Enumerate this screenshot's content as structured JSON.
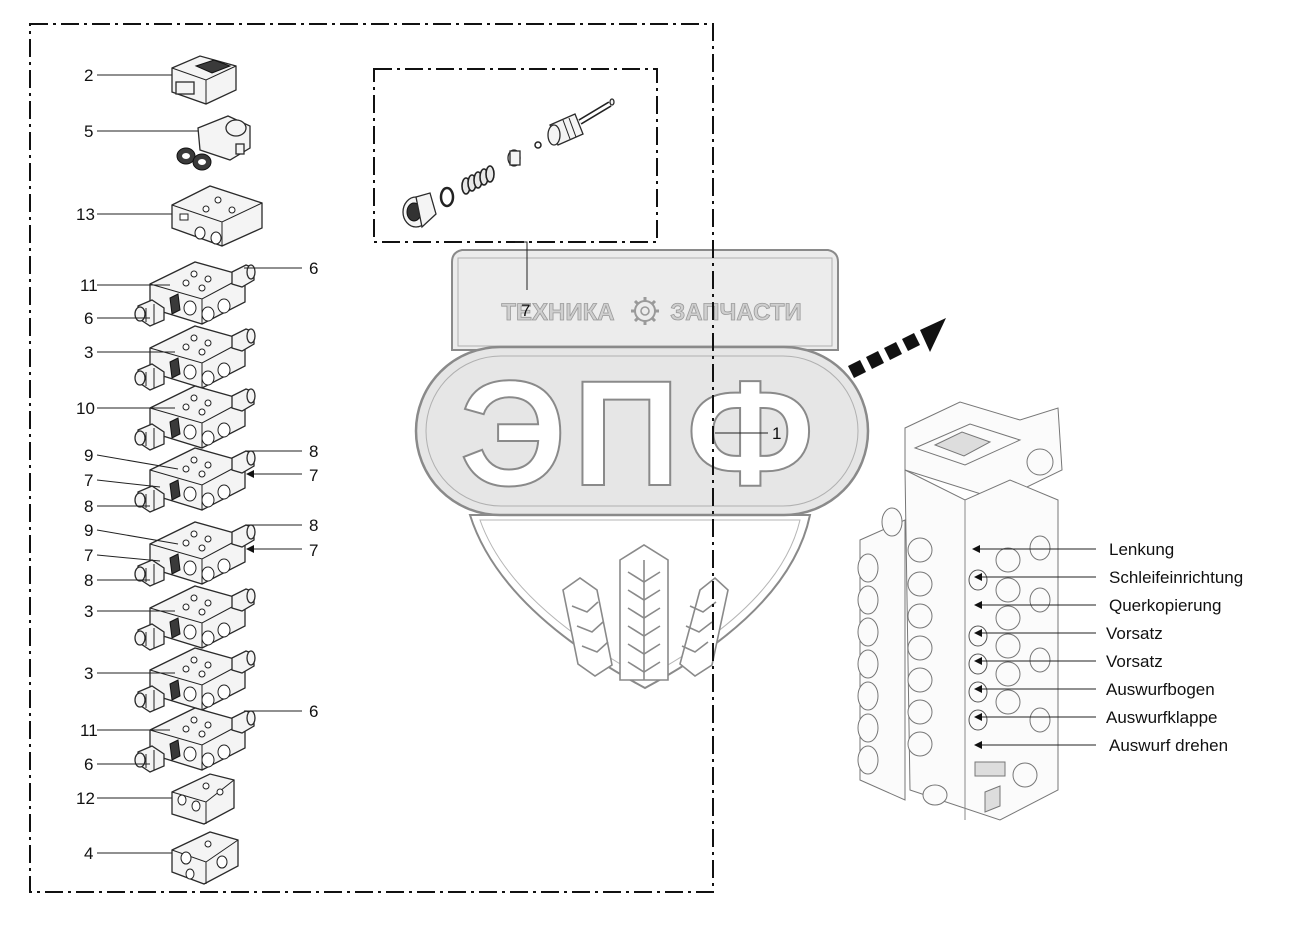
{
  "watermark": {
    "brand_left": "ТЕХНИКА",
    "brand_right": "ЗАПЧАСТИ",
    "logo_letters": "ЭПФ",
    "colors": {
      "outline": "#8a8a8a",
      "fill": "#e6e6e6"
    }
  },
  "callouts": {
    "c2": "2",
    "c5": "5",
    "c13": "13",
    "c11a": "11",
    "c6a": "6",
    "c6b": "6",
    "c3a": "3",
    "c10": "10",
    "c9a": "9",
    "c7a": "7",
    "c8a": "8",
    "c8b": "8",
    "c7b": "7",
    "c9b": "9",
    "c7c": "7",
    "c8c": "8",
    "c8d": "8",
    "c7d": "7",
    "c3b": "3",
    "c3c": "3",
    "c11b": "11",
    "c6c": "6",
    "c6d": "6",
    "c12": "12",
    "c4": "4",
    "c7kit": "7",
    "c1": "1"
  },
  "functions": {
    "f1": "Lenkung",
    "f2": "Schleifeinrichtung",
    "f3": "Querkopierung",
    "f4": "Vorsatz",
    "f5": "Vorsatz",
    "f6": "Auswurfbogen",
    "f7": "Auswurfklappe",
    "f8": "Auswurf drehen"
  },
  "colors": {
    "line": "#222222",
    "part_fill": "#f4f4f4",
    "arrow": "#111111"
  }
}
